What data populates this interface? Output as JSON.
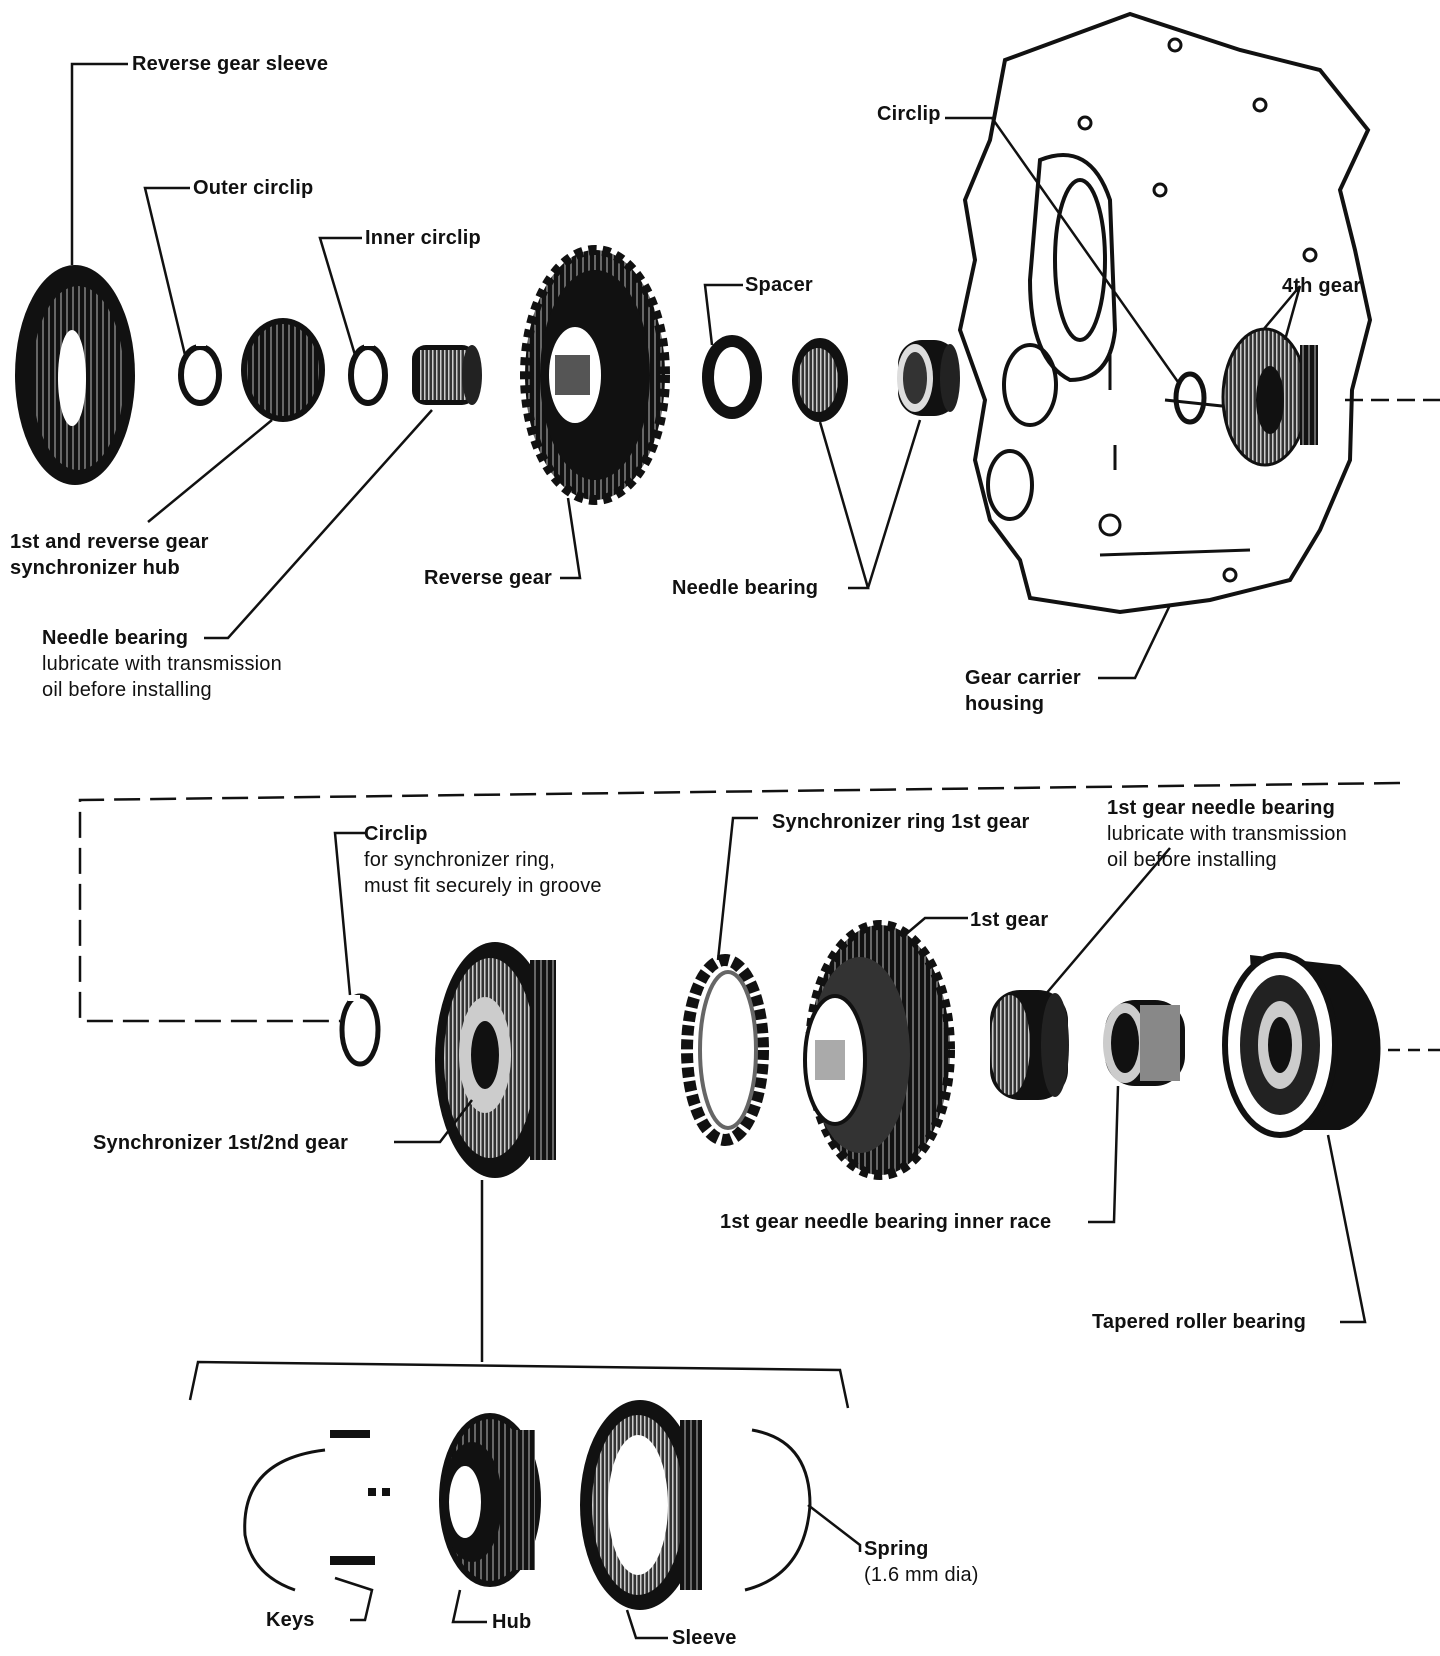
{
  "labels": {
    "reverse_gear_sleeve": "Reverse gear sleeve",
    "outer_circlip": "Outer circlip",
    "inner_circlip": "Inner circlip",
    "spacer": "Spacer",
    "circlip_top": "Circlip",
    "fourth_gear": "4th gear",
    "sync_hub_line1": "1st and reverse gear",
    "sync_hub_line2": "synchronizer hub",
    "reverse_gear": "Reverse gear",
    "needle_bearing_mid": "Needle bearing",
    "needle_bearing_left": "Needle bearing",
    "needle_bearing_left_note1": "lubricate with transmission",
    "needle_bearing_left_note2": "oil before installing",
    "gear_carrier_line1": "Gear carrier",
    "gear_carrier_line2": "housing",
    "circlip_lower": "Circlip",
    "circlip_lower_note1": "for synchronizer ring,",
    "circlip_lower_note2": "must fit securely in groove",
    "sync_ring_first": "Synchronizer ring 1st gear",
    "first_gear_needle": "1st gear needle bearing",
    "first_gear_needle_note1": "lubricate with transmission",
    "first_gear_needle_note2": "oil before installing",
    "first_gear": "1st gear",
    "synchronizer_12": "Synchronizer 1st/2nd gear",
    "inner_race": "1st gear needle bearing inner race",
    "tapered_roller": "Tapered roller bearing",
    "keys": "Keys",
    "hub": "Hub",
    "sleeve": "Sleeve",
    "spring": "Spring",
    "spring_note": "(1.6 mm dia)"
  }
}
